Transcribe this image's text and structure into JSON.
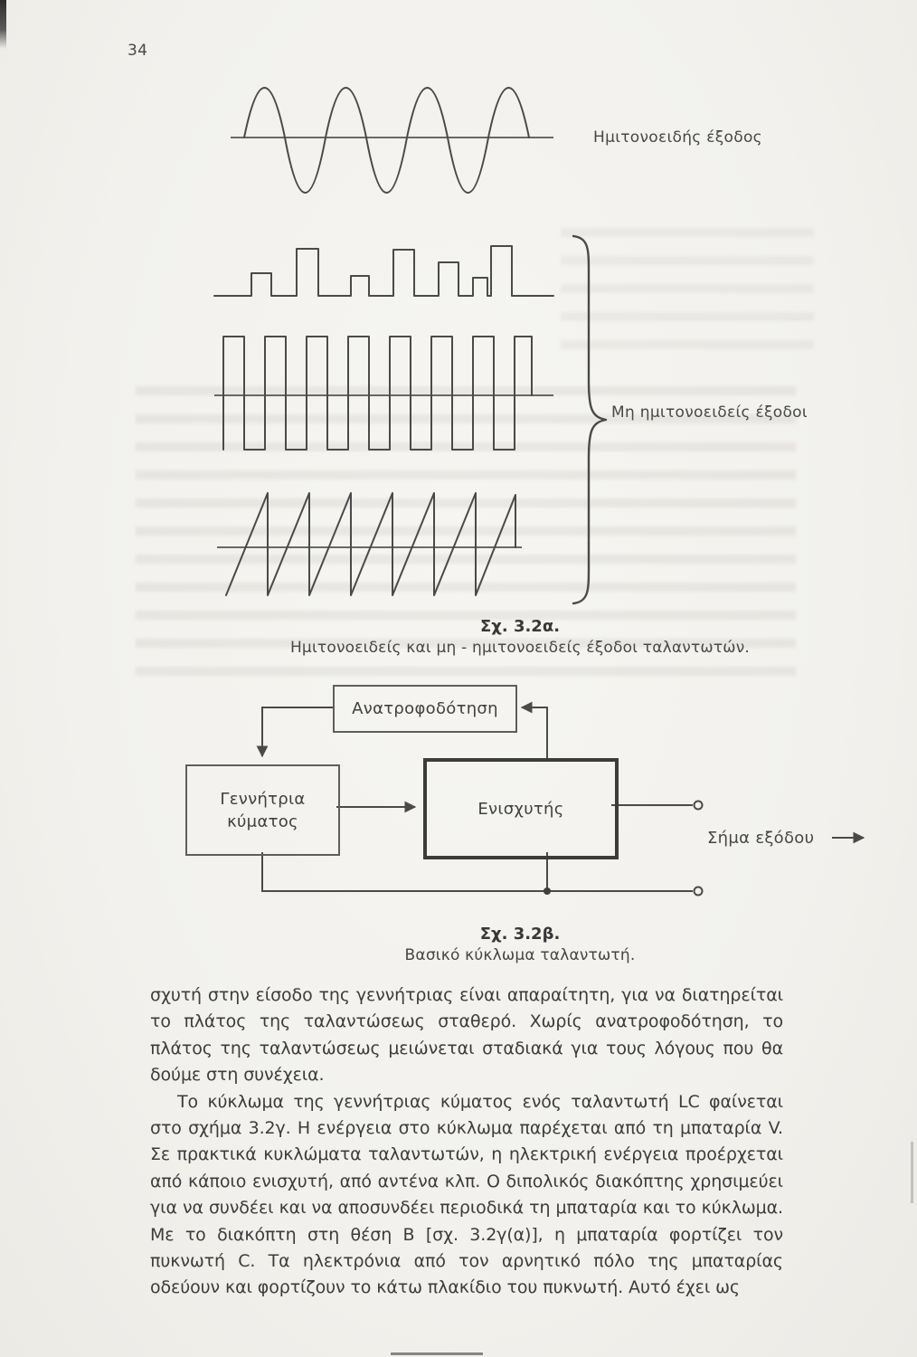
{
  "page": {
    "number": "34"
  },
  "fig_a": {
    "sine_label": "Ημιτονοειδής έξοδος",
    "nonsine_label": "Μη ημιτονοειδείς έξοδοι",
    "caption_number": "Σχ. 3.2α.",
    "caption_text": "Ημιτονοειδείς και μη - ημιτονοειδείς έξοδοι ταλαντωτών."
  },
  "fig_b": {
    "feedback": "Ανατροφοδότηση",
    "generator_line1": "Γεννήτρια",
    "generator_line2": "κύματος",
    "amplifier": "Ενισχυτής",
    "output_label": "Σήμα εξόδου",
    "caption_number": "Σχ. 3.2β.",
    "caption_text": "Βασικό κύκλωμα ταλαντωτή."
  },
  "body": {
    "p1": "σχυτή στην είσοδο της γεννήτριας είναι απαραίτητη, για να διατηρείται το πλάτος της ταλαντώσεως σταθερό. Χωρίς ανατροφοδότηση, το πλάτος της ταλαντώσεως μειώνεται σταδιακά για τους λόγους που θα δούμε στη συνέχεια.",
    "p2": "Το κύκλωμα της γεννήτριας κύματος ενός ταλαντωτή LC φαίνεται στο σχήμα 3.2γ. Η ενέργεια στο κύκλωμα παρέχεται από τη μπαταρία V. Σε πρακτικά κυκλώματα ταλαντωτών, η ηλεκτρική ενέργεια προέρχεται από κάποιο ενισχυτή, από αντένα κλπ. Ο διπολικός διακόπτης χρησιμεύει για να συνδέει και να αποσυνδέει περιοδικά τη μπαταρία και το κύκλωμα. Με το διακόπτη στη θέση Β [σχ. 3.2γ(α)], η μπαταρία φορτίζει τον πυκνωτή C. Τα ηλεκτρόνια από τον αρνητικό πόλο της μπαταρίας οδεύουν και φορτίζουν το κάτω πλακίδιο του πυκνωτή. Αυτό έχει ως"
  }
}
